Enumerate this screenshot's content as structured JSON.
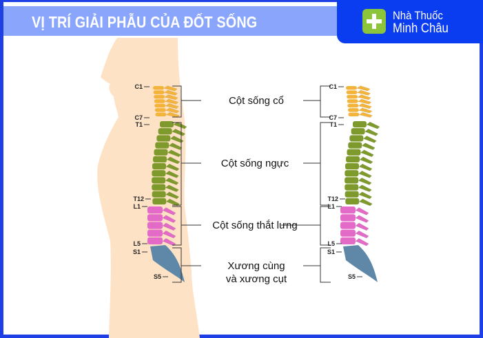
{
  "title": "VỊ TRÍ GIẢI PHẪU CỦA ĐỐT SỐNG",
  "brand": {
    "line1": "Nhà Thuốc",
    "line2": "Minh Châu",
    "icon": "plus-icon"
  },
  "vertebra_labels": [
    "C1",
    "C7",
    "T1",
    "T12",
    "L1",
    "L5",
    "S1",
    "S5"
  ],
  "groups": [
    {
      "label": "Cột sống cổ",
      "color": "#f4b43c"
    },
    {
      "label": "Cột sống ngực",
      "color": "#7f9a2c"
    },
    {
      "label": "Cột sống thắt lưng",
      "color": "#e46ac8"
    },
    {
      "label_line1": "Xương cùng",
      "label_line2": "và  xương cụt",
      "color": "#5f88a8"
    }
  ],
  "colors": {
    "frame": "#1f3fe6",
    "titlebar": "#8aa6fc",
    "skin": "#fde2c6"
  }
}
